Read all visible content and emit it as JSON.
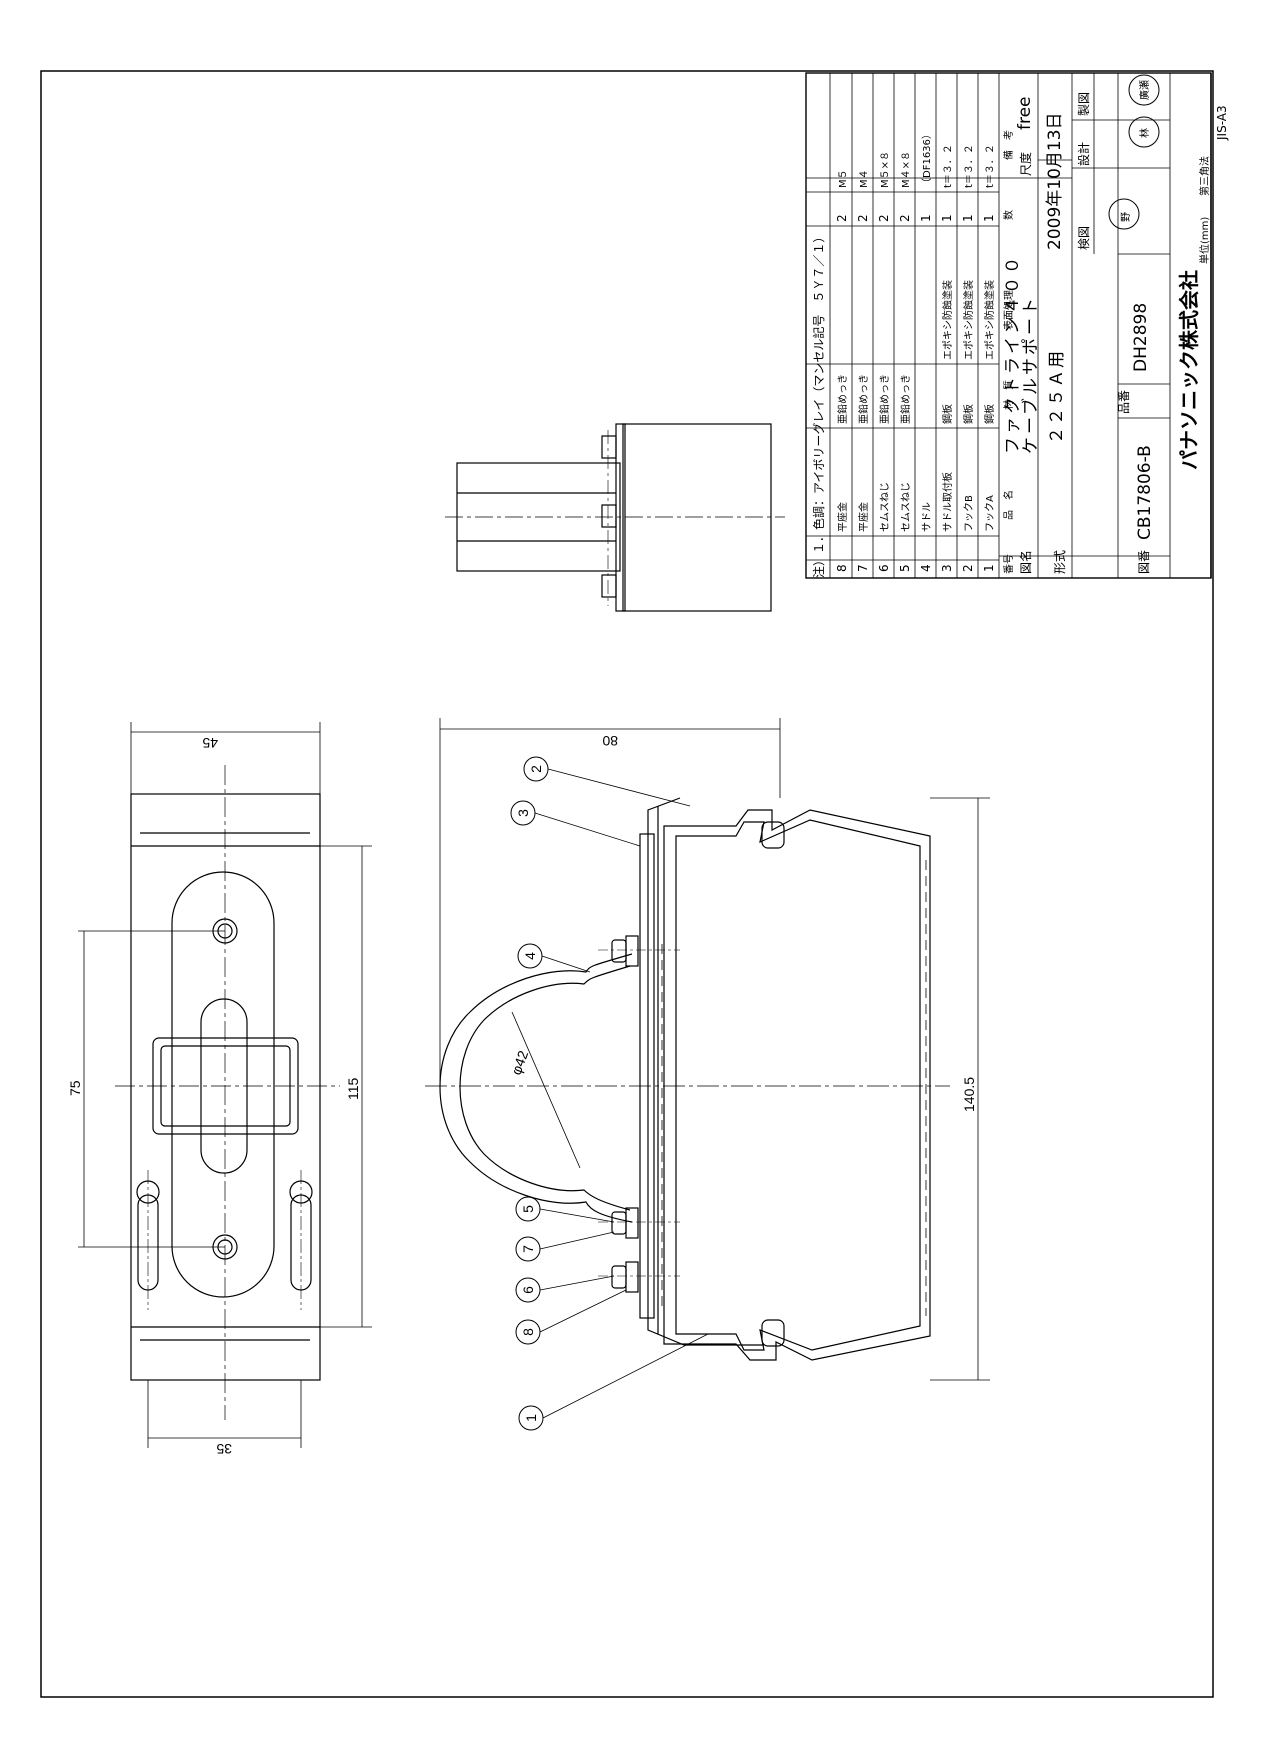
{
  "note": "注）１．色調：アイボリーグレイ（マンセル記号　５Ｙ７／１）",
  "parts_header": {
    "no": "番号",
    "name": "品　名",
    "material": "材　質",
    "finish": "表面処理",
    "qty": "数",
    "remarks": "備　考"
  },
  "parts": [
    {
      "no": "1",
      "name": "フックA",
      "material": "鋼板",
      "finish": "エポキシ防蝕塗装",
      "qty": "1",
      "remarks": "t＝３．２"
    },
    {
      "no": "2",
      "name": "フックB",
      "material": "鋼板",
      "finish": "エポキシ防蝕塗装",
      "qty": "1",
      "remarks": "t＝３．２"
    },
    {
      "no": "3",
      "name": "サドル取付板",
      "material": "鋼板",
      "finish": "エポキシ防蝕塗装",
      "qty": "1",
      "remarks": "t＝３．２"
    },
    {
      "no": "4",
      "name": "サドル",
      "material": "",
      "finish": "",
      "qty": "1",
      "remarks": "（DF1636）"
    },
    {
      "no": "5",
      "name": "セムスねじ",
      "material": "亜鉛めっき",
      "finish": "",
      "qty": "2",
      "remarks": "M４×８"
    },
    {
      "no": "6",
      "name": "セムスねじ",
      "material": "亜鉛めっき",
      "finish": "",
      "qty": "2",
      "remarks": "M５×８"
    },
    {
      "no": "7",
      "name": "平座金",
      "material": "亜鉛めっき",
      "finish": "",
      "qty": "2",
      "remarks": "M４"
    },
    {
      "no": "8",
      "name": "平座金",
      "material": "亜鉛めっき",
      "finish": "",
      "qty": "2",
      "remarks": "M５"
    }
  ],
  "title_block": {
    "label_drawing_name": "図名",
    "drawing_name_line1": "ファクトライン４００",
    "drawing_name_line2": "ケーブルサポート",
    "label_scale": "尺度",
    "scale": "free",
    "label_model": "形式",
    "model": "２２５Ａ用",
    "date": "2009年10月13日",
    "label_check": "検図",
    "label_design": "設計",
    "label_draft": "製図",
    "stamp_check": "野",
    "stamp_design": "林",
    "stamp_draft": "廣瀬",
    "label_drawing_no": "図番",
    "drawing_no": "CB17806-B",
    "label_part_no": "品番",
    "part_no": "DH2898",
    "company": "パナソニック株式会社",
    "unit": "単位(mm)",
    "projection": "第三角法",
    "standard": "JIS-A3"
  },
  "dimensions": {
    "side_width_top": "45",
    "side_width_bottom": "35",
    "side_hole_pitch": "75",
    "side_height": "115",
    "front_width": "80",
    "front_height": "140.5",
    "saddle_diameter": "φ42"
  },
  "balloons": [
    "1",
    "2",
    "3",
    "4",
    "5",
    "6",
    "7",
    "8"
  ]
}
